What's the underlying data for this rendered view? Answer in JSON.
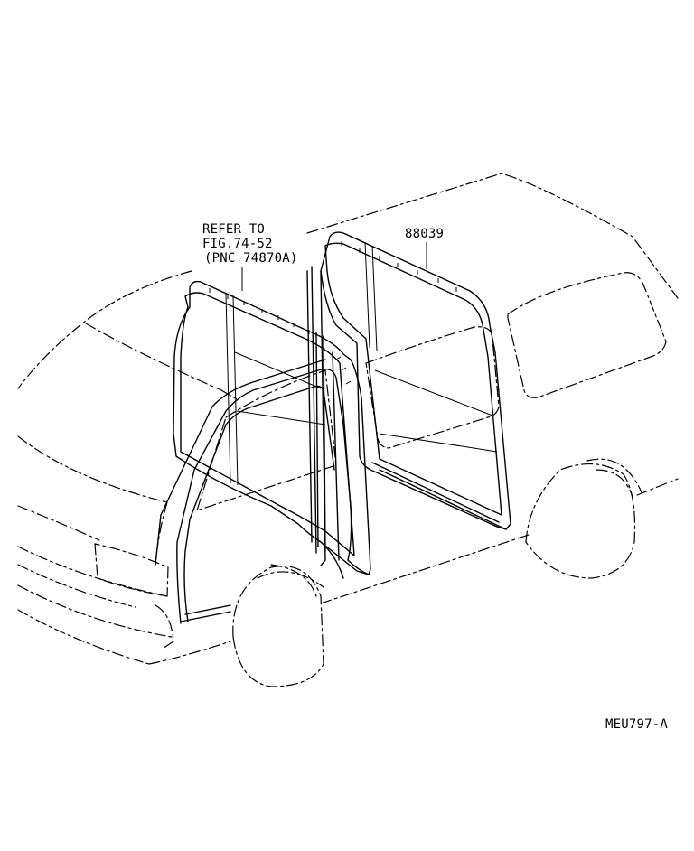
{
  "callouts": {
    "refer_line1": "REFER TO",
    "refer_line2": "FIG.74-52",
    "refer_line3": "(PNC 74870A)",
    "part_number": "88039"
  },
  "drawing_code": "MEU797-A",
  "colors": {
    "line": "#000000",
    "background": "#ffffff"
  }
}
